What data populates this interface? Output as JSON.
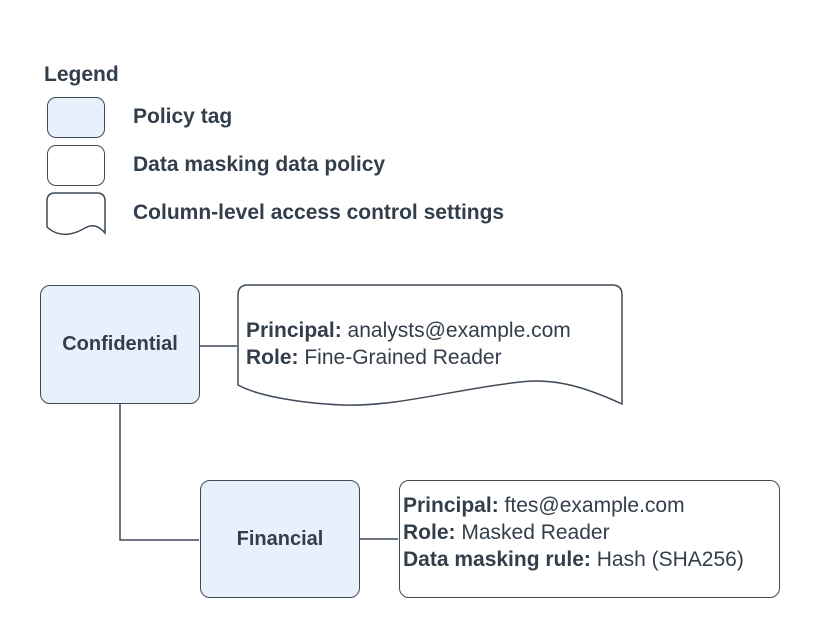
{
  "colors": {
    "policy_tag_fill": "#e8f0fc",
    "shape_fill": "#ffffff",
    "stroke": "#3f4a57",
    "text": "#333e4b"
  },
  "legend": {
    "title": "Legend",
    "items": [
      {
        "shape": "policy-tag",
        "label": "Policy tag"
      },
      {
        "shape": "data-masking-data-policy",
        "label": "Data masking data policy"
      },
      {
        "shape": "column-level-access-control-settings",
        "label": "Column-level access control settings"
      }
    ]
  },
  "diagram": {
    "nodes": [
      {
        "id": "confidential",
        "type": "policy-tag",
        "label": "Confidential"
      },
      {
        "id": "financial",
        "type": "policy-tag",
        "label": "Financial"
      }
    ],
    "edges": [
      {
        "from": "confidential",
        "to": "confidential-settings"
      },
      {
        "from": "confidential",
        "to": "financial"
      },
      {
        "from": "financial",
        "to": "financial-policy"
      }
    ],
    "annotations": [
      {
        "id": "confidential-settings",
        "type": "column-level-access-control-settings",
        "fields": [
          {
            "label": "Principal:",
            "value": "analysts@example.com"
          },
          {
            "label": "Role:",
            "value": "Fine-Grained Reader"
          }
        ]
      },
      {
        "id": "financial-policy",
        "type": "data-masking-data-policy",
        "fields": [
          {
            "label": "Principal:",
            "value": "ftes@example.com"
          },
          {
            "label": "Role:",
            "value": "Masked Reader"
          },
          {
            "label": "Data masking rule:",
            "value": "Hash (SHA256)"
          }
        ]
      }
    ]
  }
}
